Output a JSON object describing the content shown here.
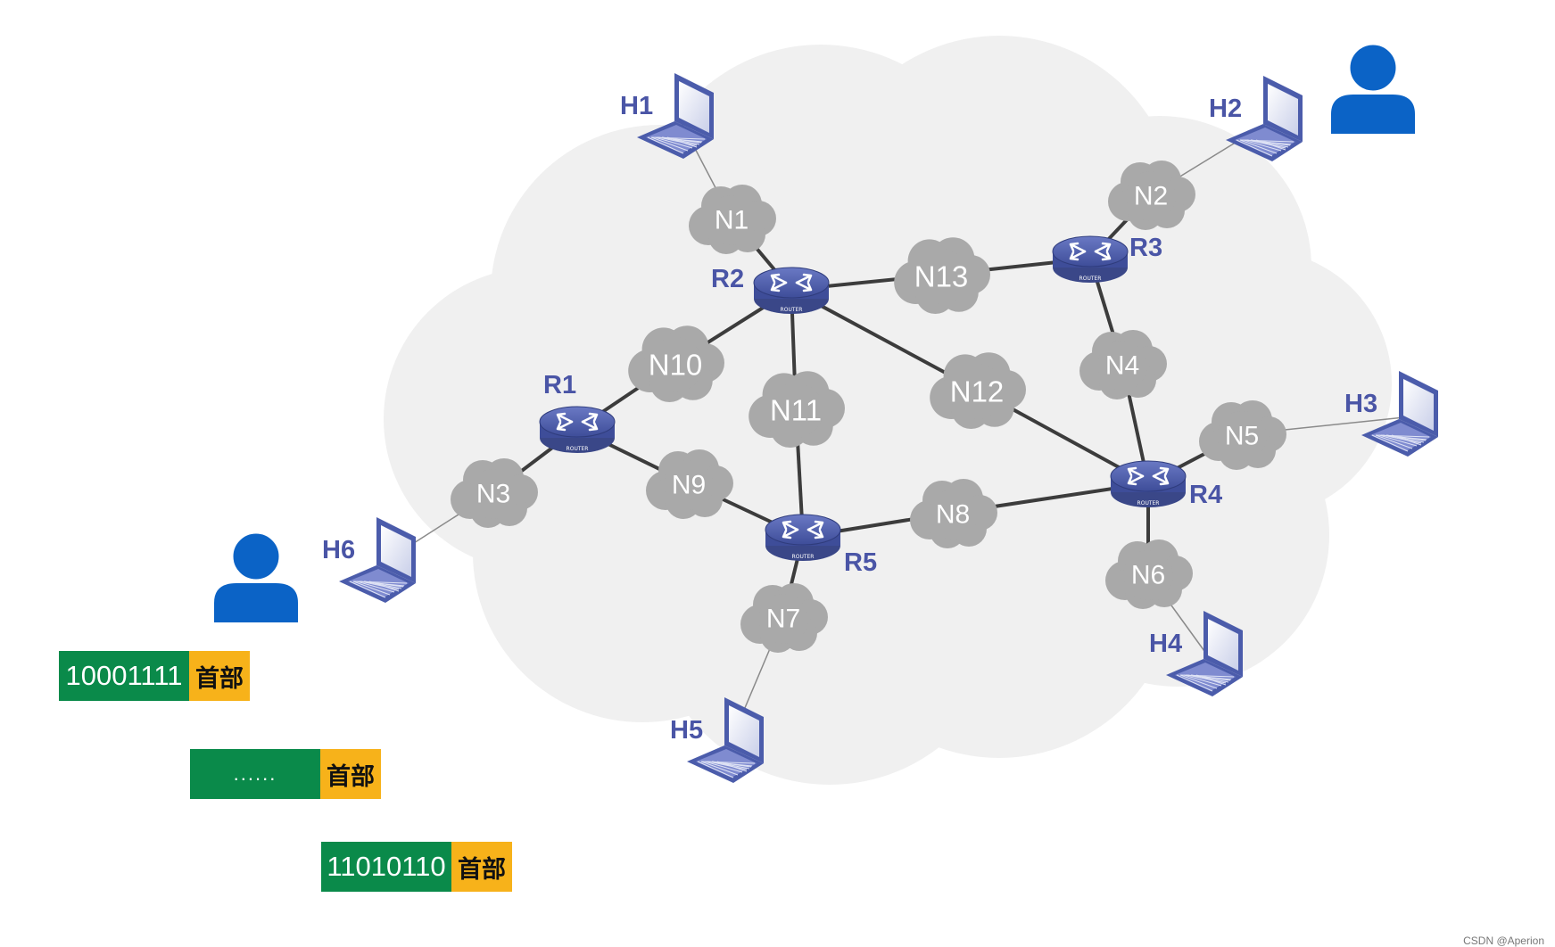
{
  "colors": {
    "background": "#ffffff",
    "internet_cloud": "#f0f0f0",
    "network_cloud": "#a9a9a9",
    "link": "#3c3c3c",
    "router_body": "#4b5cab",
    "label_blue": "#4a55a6",
    "host_frame": "#4b5cab",
    "user": "#0b63c6",
    "payload_green": "#0a8a4a",
    "header_yellow": "#f7b21a"
  },
  "networks": [
    {
      "id": "N1",
      "label": "N1"
    },
    {
      "id": "N2",
      "label": "N2"
    },
    {
      "id": "N3",
      "label": "N3"
    },
    {
      "id": "N4",
      "label": "N4"
    },
    {
      "id": "N5",
      "label": "N5"
    },
    {
      "id": "N6",
      "label": "N6"
    },
    {
      "id": "N7",
      "label": "N7"
    },
    {
      "id": "N8",
      "label": "N8"
    },
    {
      "id": "N9",
      "label": "N9"
    },
    {
      "id": "N10",
      "label": "N10"
    },
    {
      "id": "N11",
      "label": "N11"
    },
    {
      "id": "N12",
      "label": "N12"
    },
    {
      "id": "N13",
      "label": "N13"
    }
  ],
  "routers": [
    {
      "id": "R1",
      "label": "R1",
      "badge": "ROUTER"
    },
    {
      "id": "R2",
      "label": "R2",
      "badge": "ROUTER"
    },
    {
      "id": "R3",
      "label": "R3",
      "badge": "ROUTER"
    },
    {
      "id": "R4",
      "label": "R4",
      "badge": "ROUTER"
    },
    {
      "id": "R5",
      "label": "R5",
      "badge": "ROUTER"
    }
  ],
  "hosts": [
    {
      "id": "H1",
      "label": "H1"
    },
    {
      "id": "H2",
      "label": "H2"
    },
    {
      "id": "H3",
      "label": "H3"
    },
    {
      "id": "H4",
      "label": "H4"
    },
    {
      "id": "H5",
      "label": "H5"
    },
    {
      "id": "H6",
      "label": "H6"
    }
  ],
  "links": [
    [
      "H1",
      "N1"
    ],
    [
      "N1",
      "R2"
    ],
    [
      "R2",
      "N13"
    ],
    [
      "N13",
      "R3"
    ],
    [
      "R3",
      "N2"
    ],
    [
      "N2",
      "H2"
    ],
    [
      "R2",
      "N10"
    ],
    [
      "N10",
      "R1"
    ],
    [
      "R2",
      "N11"
    ],
    [
      "N11",
      "R5"
    ],
    [
      "R2",
      "N12"
    ],
    [
      "N12",
      "R4"
    ],
    [
      "R3",
      "N4"
    ],
    [
      "N4",
      "R4"
    ],
    [
      "R1",
      "N3"
    ],
    [
      "N3",
      "H6"
    ],
    [
      "R1",
      "N9"
    ],
    [
      "N9",
      "R5"
    ],
    [
      "R5",
      "N8"
    ],
    [
      "N8",
      "R4"
    ],
    [
      "R5",
      "N7"
    ],
    [
      "N7",
      "H5"
    ],
    [
      "R4",
      "N5"
    ],
    [
      "N5",
      "H3"
    ],
    [
      "R4",
      "N6"
    ],
    [
      "N6",
      "H4"
    ]
  ],
  "users": [
    {
      "id": "user-right"
    },
    {
      "id": "user-left"
    }
  ],
  "packets": [
    {
      "payload": "10001111",
      "header": "首部"
    },
    {
      "payload": "......",
      "header": "首部"
    },
    {
      "payload": "11010110",
      "header": "首部"
    }
  ],
  "watermark": "CSDN @Aperion"
}
